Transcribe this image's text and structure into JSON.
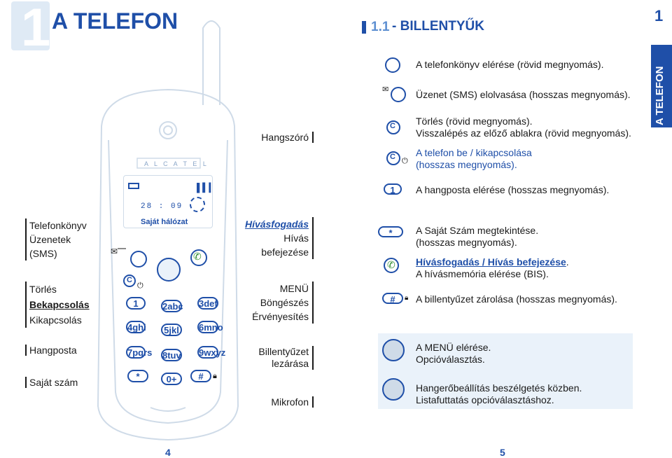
{
  "header": {
    "chapter_number": "1",
    "chapter_title": "A TELEFON",
    "section_number": "1.1",
    "section_title": "- BILLENTYŰK",
    "corner_number": "1",
    "side_tab": "A TELEFON"
  },
  "phone": {
    "brand": "A L C A T E L",
    "screen_time": "28 : 09",
    "screen_network": "Saját hálózat"
  },
  "left_labels": {
    "phonebook": "Telefonkönyv",
    "messages": "Üzenetek",
    "sms": "(SMS)",
    "delete": "Törlés",
    "power_on": "Bekapcsolás",
    "power_off": "Kikapcsolás",
    "voicemail": "Hangposta",
    "own_number": "Saját szám"
  },
  "right_labels": {
    "speaker": "Hangszóró",
    "answer": "Hívásfogadás",
    "end_call_1": "Hívás",
    "end_call_2": "befejezése",
    "menu": "MENÜ",
    "browse": "Böngészés",
    "validate": "Érvényesítés",
    "keylock_1": "Billentyűzet",
    "keylock_2": "lezárása",
    "microphone": "Mikrofon"
  },
  "keys": {
    "k1": "1",
    "k2": "2abc",
    "k3": "3def",
    "k4": "4ghi",
    "k5": "5jkl",
    "k6": "6mno",
    "k7": "7pqrs",
    "k8": "8tuv",
    "k9": "9wxyz",
    "k0": "0+",
    "star": "*",
    "hash": "#",
    "c": "C"
  },
  "descriptions": {
    "d1": "A telefonkönyv elérése (rövid megnyomás).",
    "d2": "Üzenet (SMS) elolvasása (hosszas megnyomás).",
    "d3a": "Törlés (rövid megnyomás).",
    "d3b": "Visszalépés az előző ablakra (rövid megnyomás).",
    "d4a": "A telefon be / kikapcsolása",
    "d4b": "(hosszas megnyomás).",
    "d5": "A hangposta elérése (hosszas megnyomás).",
    "d6a": "A Saját Szám megtekintése.",
    "d6b": "(hosszas megnyomás).",
    "d7a": "Hívásfogadás / Hívás befejezése",
    "d7a_dot": ".",
    "d7b": "A hívásmemória elérése (BIS).",
    "d8": "A billentyűzet zárolása (hosszas megnyomás).",
    "d9a": "A MENÜ elérése.",
    "d9b": "Opcióválasztás.",
    "d10a": "Hangerőbeállítás beszélgetés közben.",
    "d10b": "Listafuttatás opcióválasztáshoz."
  },
  "footer": {
    "left_page": "4",
    "right_page": "5"
  },
  "colors": {
    "brand_blue": "#1f4fa8",
    "light_blue": "#dfeaf5",
    "highlight": "#eaf2fa"
  }
}
